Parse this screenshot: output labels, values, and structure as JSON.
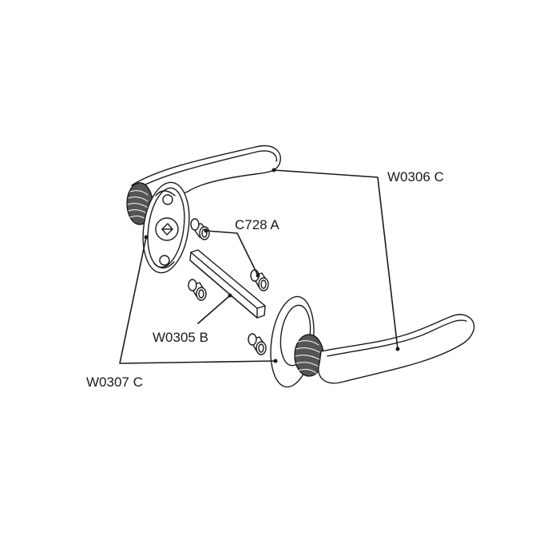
{
  "diagram": {
    "title": "Door handle set exploded view",
    "labels": {
      "handle": "W0306 C",
      "bushing": "C728 A",
      "spindle": "W0305 B",
      "rose": "W0307 C"
    },
    "line_color": "#1a1a1a",
    "fill_color": "#ffffff"
  }
}
